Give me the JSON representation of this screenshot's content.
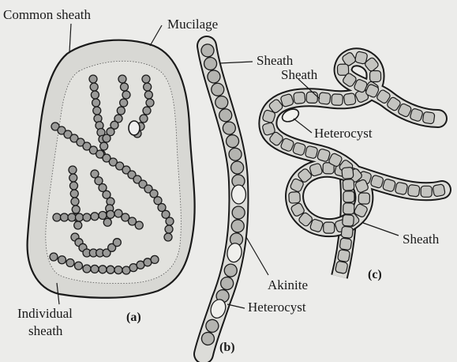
{
  "labels": {
    "common_sheath": "Common sheath",
    "mucilage": "Mucilage",
    "individual_sheath_1": "Individual",
    "individual_sheath_2": "sheath",
    "part_a": "(a)",
    "sheath_b": "Sheath",
    "akinite": "Akinite",
    "heterocyst_b": "Heterocyst",
    "part_b": "(b)",
    "sheath_c_top": "Sheath",
    "heterocyst_c": "Heterocyst",
    "sheath_c_bottom": "Sheath",
    "part_c": "(c)"
  },
  "colors": {
    "background": "#ececea",
    "ink": "#1a1a1a",
    "cell_fill": "#9a9a98",
    "cell_fill_light": "#c8c8c4",
    "sheath_fill": "#dcdcd8"
  }
}
